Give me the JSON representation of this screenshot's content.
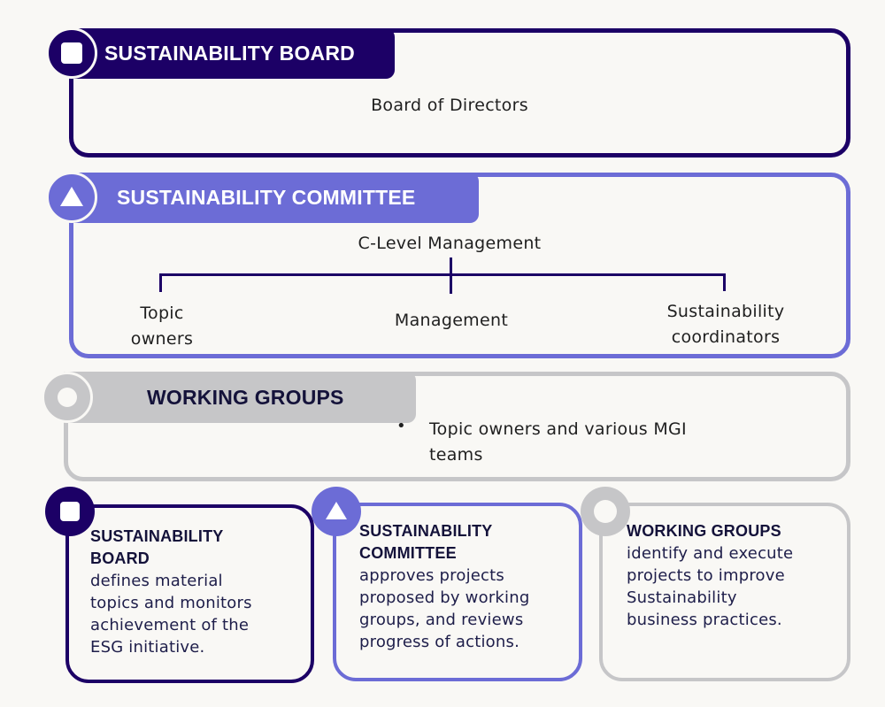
{
  "colors": {
    "board": "#1c0066",
    "committee": "#6c6cd6",
    "working_groups": "#c6c6c8",
    "background": "#f9f8f5"
  },
  "board": {
    "icon": "square-icon",
    "title": "SUSTAINABILITY BOARD",
    "body": "Board of Directors"
  },
  "committee": {
    "icon": "triangle-icon",
    "title": "SUSTAINABILITY COMMITTEE",
    "head": "C-Level Management",
    "branches": [
      {
        "line1": "Topic",
        "line2": "owners"
      },
      {
        "line1": "Management",
        "line2": ""
      },
      {
        "line1": "Sustainability",
        "line2": "coordinators"
      }
    ]
  },
  "working_groups": {
    "icon": "circle-ring-icon",
    "title": "WORKING GROUPS",
    "bullet": "•",
    "body_line1": "Topic owners and various MGI",
    "body_line2": "teams"
  },
  "cards": [
    {
      "title_line1": "SUSTAINABILITY",
      "title_line2": "BOARD",
      "desc_lines": [
        "defines material",
        "topics and monitors",
        "achievement of the",
        "ESG initiative."
      ]
    },
    {
      "title_line1": "SUSTAINABILITY",
      "title_line2": "COMMITTEE",
      "desc_lines": [
        "approves projects",
        "proposed by working",
        "groups, and reviews",
        "progress of actions."
      ]
    },
    {
      "title_line1": "WORKING GROUPS",
      "title_line2": "",
      "desc_lines": [
        "identify and execute",
        "projects to improve",
        "Sustainability",
        "business practices."
      ]
    }
  ]
}
